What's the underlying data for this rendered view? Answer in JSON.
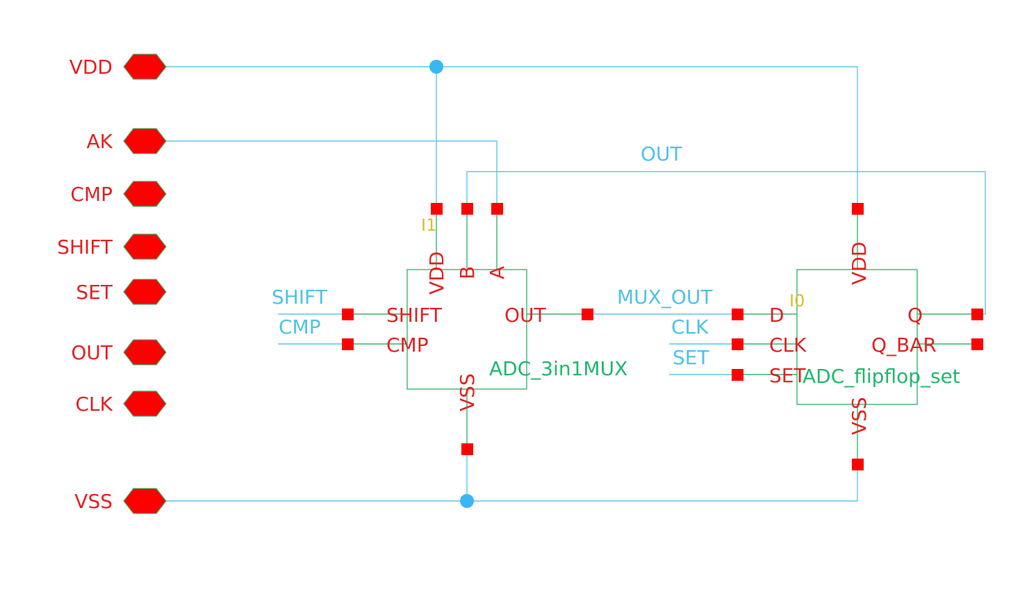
{
  "ports": [
    "VDD",
    "AK",
    "CMP",
    "SHIFT",
    "SET",
    "OUT",
    "CLK",
    "VSS"
  ],
  "nets": {
    "out_top": "OUT",
    "shift_in": "SHIFT",
    "cmp_in": "CMP",
    "mux_out": "MUX_OUT",
    "clk_in": "CLK",
    "set_in": "SET"
  },
  "mux": {
    "instance": "I1",
    "cell": "ADC_3in1MUX",
    "pins": {
      "vdd": "VDD",
      "b": "B",
      "a": "A",
      "shift": "SHIFT",
      "cmp": "CMP",
      "out": "OUT",
      "vss": "VSS"
    }
  },
  "flipflop": {
    "instance": "I0",
    "cell": "ADC_flipflop_set",
    "pins": {
      "vdd": "VDD",
      "d": "D",
      "clk": "CLK",
      "set": "SET",
      "q": "Q",
      "q_bar": "Q_BAR",
      "vss": "VSS"
    }
  },
  "colors": {
    "wire": "#5cc8e6",
    "pin": "#ff0000",
    "outline": "#3cb371",
    "junction": "#39b6f5",
    "instance_label": "#d4c02a"
  }
}
